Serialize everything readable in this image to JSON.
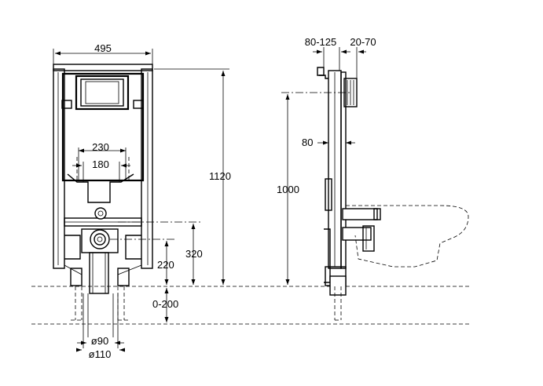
{
  "front_view": {
    "width_label": "495",
    "spacing_outer_label": "230",
    "spacing_inner_label": "180",
    "height_label": "1120",
    "outlet_height_label": "320",
    "outlet_center_label": "220",
    "floor_range_label": "0-200",
    "pipe_inner_label": "ø90",
    "pipe_outer_label": "ø110"
  },
  "side_view": {
    "depth_label": "80-125",
    "offset_label": "20-70",
    "frame_depth_label": "80",
    "flush_height_label": "1000"
  }
}
